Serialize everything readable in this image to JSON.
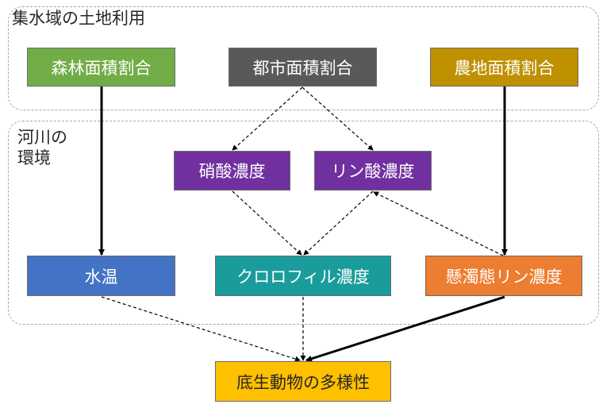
{
  "groups": {
    "land_use": "集水域の土地利用",
    "river_line1": "河川の",
    "river_line2": "環境"
  },
  "nodes": {
    "forest": "森林面積割合",
    "urban": "都市面積割合",
    "farm": "農地面積割合",
    "nitrate": "硝酸濃度",
    "phosphate": "リン酸濃度",
    "water_temp": "水温",
    "chlorophyll": "クロロフィル濃度",
    "suspended_p": "懸濁態リン濃度",
    "benthic": "底生動物の多様性"
  },
  "colors": {
    "forest": "#70ad47",
    "urban": "#595959",
    "farm": "#bf9000",
    "nitrate": "#7030a0",
    "phosphate": "#7030a0",
    "water_temp": "#4472c4",
    "chlorophyll": "#1a9c9c",
    "suspended_p": "#ed7d31",
    "benthic": "#ffc000"
  },
  "edges": [
    {
      "from": "forest",
      "to": "water_temp",
      "style": "solid"
    },
    {
      "from": "farm",
      "to": "suspended_p",
      "style": "solid"
    },
    {
      "from": "suspended_p",
      "to": "benthic",
      "style": "solid"
    },
    {
      "from": "urban",
      "to": "nitrate",
      "style": "dashed"
    },
    {
      "from": "urban",
      "to": "phosphate",
      "style": "dashed"
    },
    {
      "from": "nitrate",
      "to": "chlorophyll",
      "style": "dashed"
    },
    {
      "from": "phosphate",
      "to": "chlorophyll",
      "style": "dashed"
    },
    {
      "from": "suspended_p",
      "to": "phosphate",
      "style": "dashed"
    },
    {
      "from": "water_temp",
      "to": "benthic",
      "style": "dashed"
    },
    {
      "from": "chlorophyll",
      "to": "benthic",
      "style": "dashed"
    }
  ]
}
